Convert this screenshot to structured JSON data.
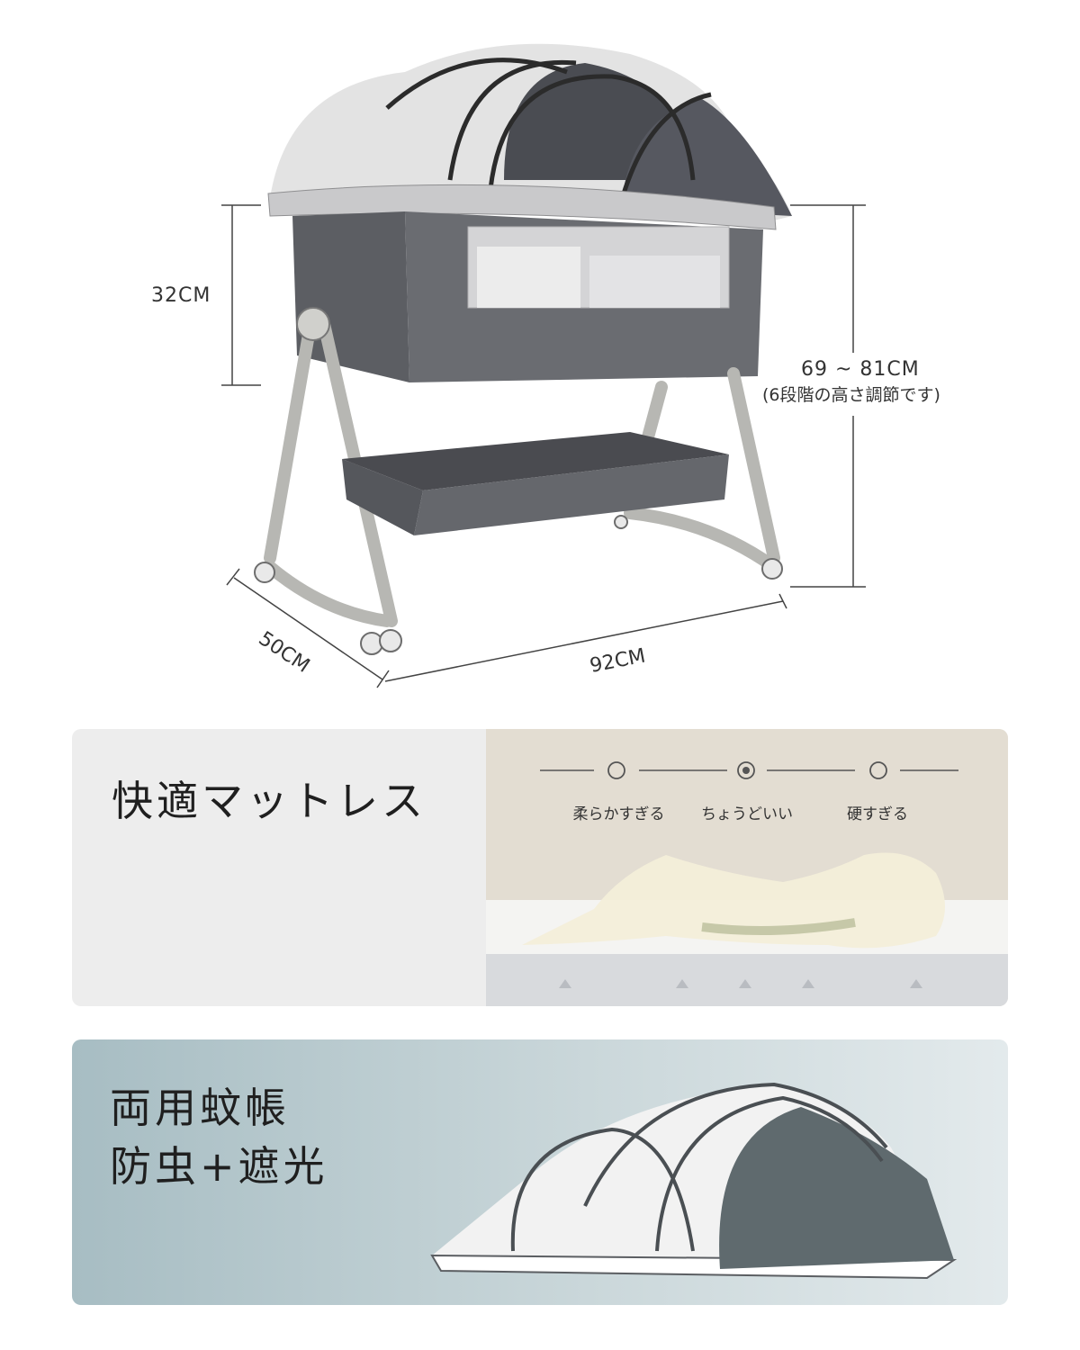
{
  "dimensions": {
    "height_basket": "32CM",
    "height_total": "69 ~ 81CM",
    "height_note": "(6段階の高さ調節です)",
    "depth": "50CM",
    "width": "92CM"
  },
  "mattress_panel": {
    "title": "快適マットレス",
    "firmness_options": [
      {
        "label": "柔らかすぎる",
        "selected": false
      },
      {
        "label": "ちょうどいい",
        "selected": true
      },
      {
        "label": "硬すぎる",
        "selected": false
      }
    ]
  },
  "net_panel": {
    "title_line1": "両用蚊帳",
    "title_line2": "防虫+遮光"
  }
}
